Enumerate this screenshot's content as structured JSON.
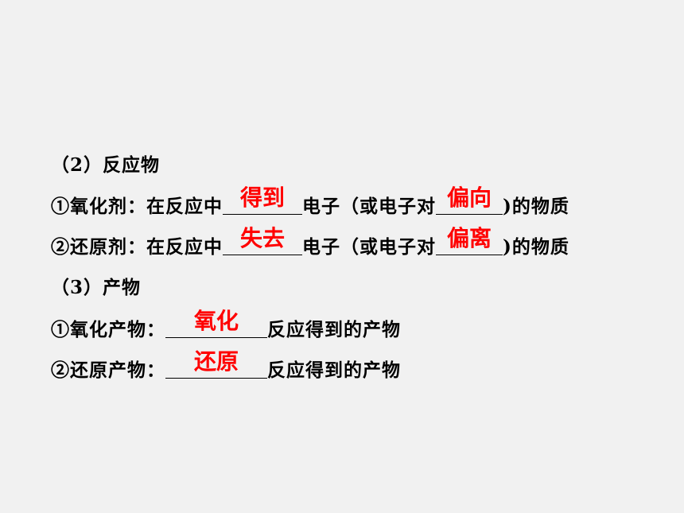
{
  "section2": {
    "heading": "（2）反应物",
    "oxidant": {
      "prefix": "①氧化剂：在反应中",
      "answer1": "得到",
      "middle": "电子（或电子对",
      "answer2": "偏向",
      "suffix": ")的物质"
    },
    "reductant": {
      "prefix": "②还原剂：在反应中",
      "answer1": "失去",
      "middle": "电子（或电子对",
      "answer2": "偏离",
      "suffix": ")的物质"
    }
  },
  "section3": {
    "heading": "（3）产物",
    "oxidation_product": {
      "prefix": "①氧化产物：",
      "answer": "氧化",
      "suffix": "反应得到的产物"
    },
    "reduction_product": {
      "prefix": "②还原产物：",
      "answer": "还原",
      "suffix": "反应得到的产物"
    }
  },
  "colors": {
    "background": "#f1f1f1",
    "text": "#000000",
    "answer": "#ff0000"
  }
}
